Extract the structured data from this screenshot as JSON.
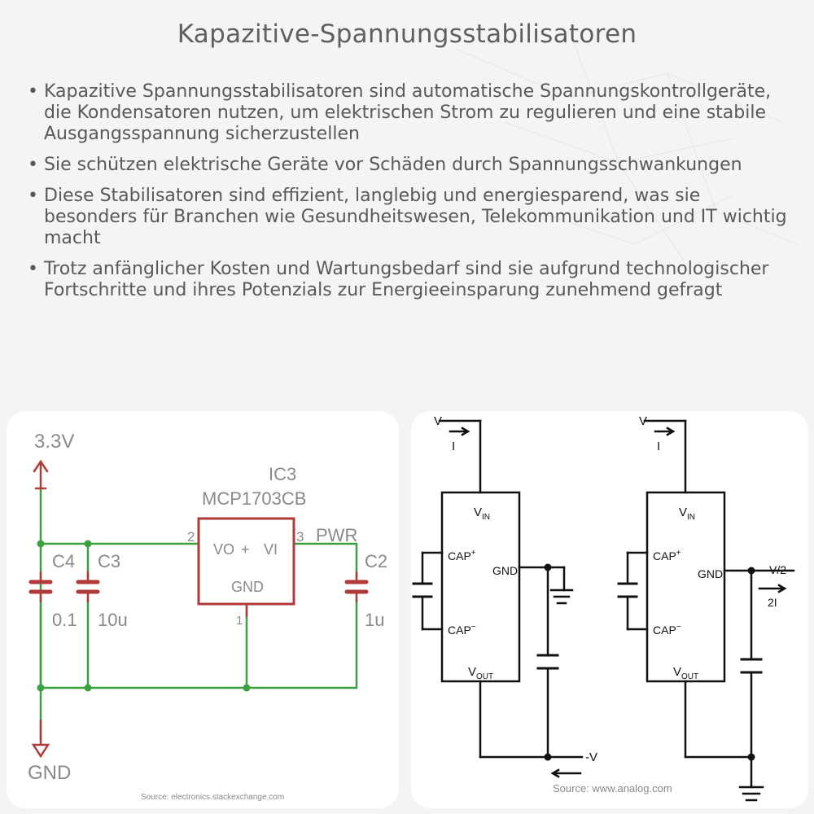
{
  "title": "Kapazitive-Spannungsstabilisatoren",
  "bullets": [
    "Kapazitive Spannungsstabilisatoren sind automatische Spannungskontrollgeräte, die Kondensatoren nutzen, um elektrischen Strom zu regulieren und eine stabile Ausgangsspannung sicherzustellen",
    "Sie schützen elektrische Geräte vor Schäden durch Spannungsschwankungen",
    "Diese Stabilisatoren sind effizient, langlebig und energiesparend, was sie besonders für Branchen wie Gesundheitswesen, Telekommunikation und IT wichtig macht",
    "Trotz anfänglicher Kosten und Wartungsbedarf sind sie aufgrund technologischer Fortschritte und ihres Potenzials zur Energieeinsparung zunehmend gefragt"
  ],
  "left_diagram": {
    "supply_label": "3.3V",
    "ground_label": "GND",
    "ic_ref": "IC3",
    "ic_part": "MCP1703CB",
    "pin_vo": "VO",
    "pin_plus": "+",
    "pin_vi": "VI",
    "pin_gnd": "GND",
    "pin2_num": "2",
    "pin3_num": "3",
    "pin1_num": "1",
    "net_label": "PWR",
    "c4_name": "C4",
    "c4_value": "0.1",
    "c3_name": "C3",
    "c3_value": "10u",
    "c2_name": "C2",
    "c2_value": "1u",
    "source": "Source: electronics.stackexchange.com"
  },
  "right_diagram": {
    "v_in": "V",
    "current_in": "I",
    "vin_main": "V",
    "vin_sub": "IN",
    "cap_plus": "CAP",
    "cap_plus_sup": "+",
    "cap_minus": "CAP",
    "cap_minus_sup": "−",
    "gnd_pin": "GND",
    "vout_main": "V",
    "vout_sub": "OUT",
    "out_neg_v": "-V",
    "v_half": "V/2",
    "current_2i": "2I",
    "source": "Source: www.analog.com"
  },
  "colors": {
    "wire_green": "#3aa141",
    "component_red": "#b03a3a",
    "line_black": "#111111"
  }
}
